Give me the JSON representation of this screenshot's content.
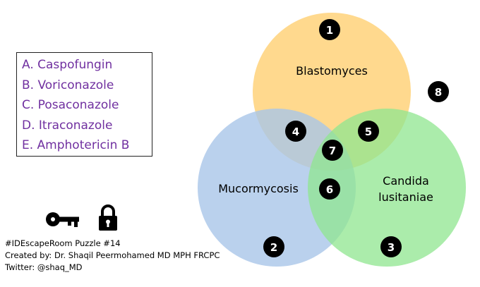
{
  "options": [
    "A. Caspofungin",
    "B. Voriconazole",
    "C. Posaconazole",
    "D. Itraconazole",
    "E. Amphotericin B"
  ],
  "venn": {
    "circles": [
      {
        "name": "Blastomyces",
        "lines": [
          "Blastomyces"
        ],
        "color": "#ffd27a"
      },
      {
        "name": "Mucormycosis",
        "lines": [
          "Mucormycosis"
        ],
        "color": "#a9c6e8"
      },
      {
        "name": "Candida lusitaniae",
        "lines": [
          "Candida",
          "lusitaniae"
        ],
        "color": "#8fe68f"
      }
    ],
    "regions": [
      "1",
      "2",
      "3",
      "4",
      "5",
      "6",
      "7",
      "8"
    ]
  },
  "icons": {
    "key": "key-icon",
    "lock": "lock-icon"
  },
  "credits": {
    "line1": "#IDEscapeRoom Puzzle #14",
    "line2": "Created by: Dr. Shaqil Peermohamed MD MPH FRCPC",
    "line3": "Twitter: @shaq_MD"
  }
}
